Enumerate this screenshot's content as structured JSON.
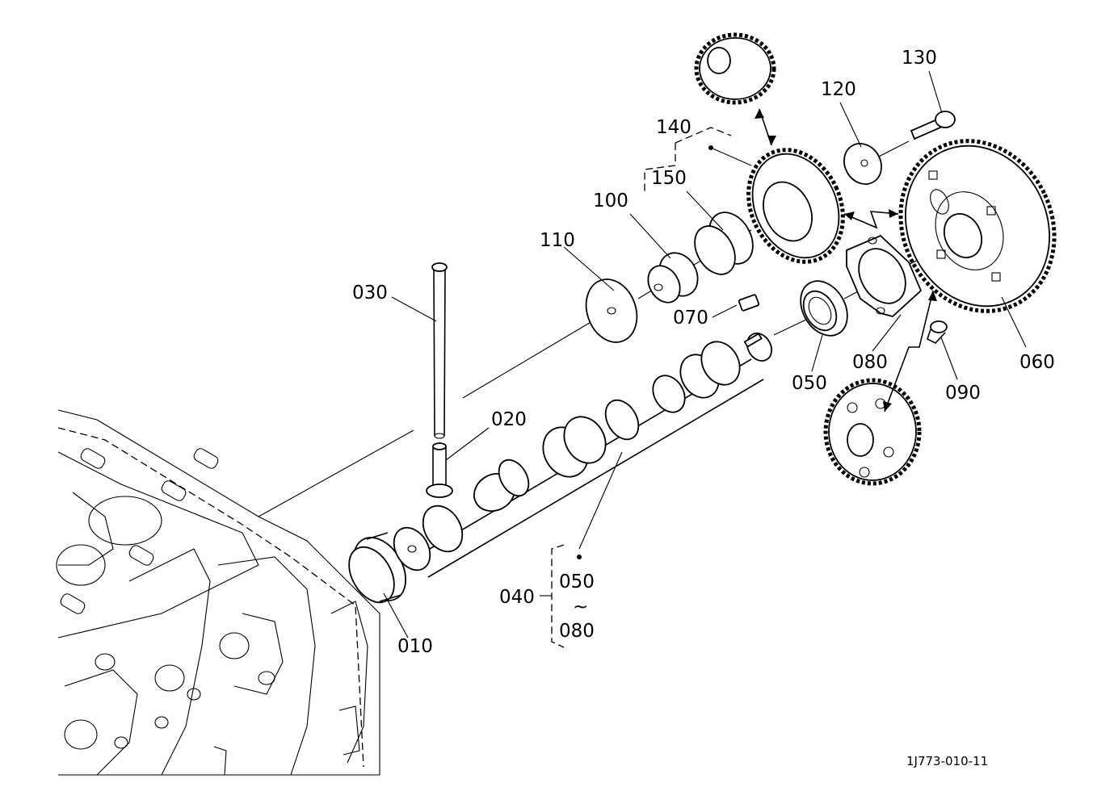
{
  "diagram": {
    "reference_code": "1J773-010-11",
    "callouts": {
      "c010": "010",
      "c020": "020",
      "c030": "030",
      "c040": "040",
      "c050": "050",
      "c060": "060",
      "c070": "070",
      "c080": "080",
      "c090": "090",
      "c100": "100",
      "c110": "110",
      "c120": "120",
      "c130": "130",
      "c140": "140",
      "c150": "150"
    },
    "assembly_040": {
      "from": "050",
      "tilde": "~",
      "to": "080"
    }
  }
}
